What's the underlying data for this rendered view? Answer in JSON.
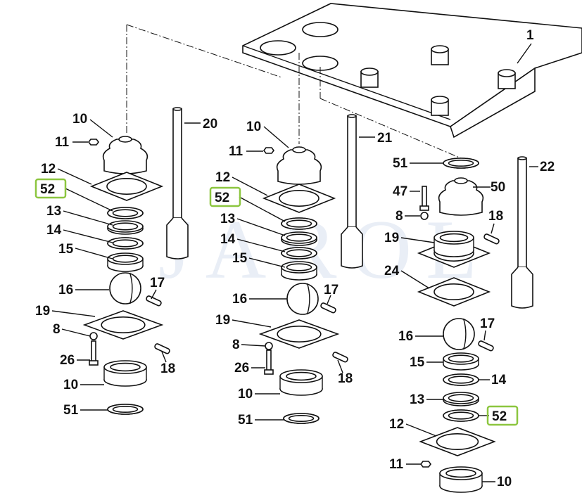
{
  "watermark": "JAROL",
  "highlight_color": "#8cc63f",
  "callouts": {
    "plate": "1",
    "left": {
      "bellows": "10",
      "nut": "11",
      "flange": "12",
      "seal_highlighted": "52",
      "ring13": "13",
      "ring14": "14",
      "ring15": "15",
      "ball": "16",
      "pin17": "17",
      "housing": "19",
      "washer": "8",
      "bolt": "26",
      "pin18": "18",
      "bushing": "10",
      "circlip": "51",
      "shaft": "20"
    },
    "middle": {
      "bellows": "10",
      "nut": "11",
      "flange": "12",
      "seal_highlighted": "52",
      "ring13": "13",
      "ring14": "14",
      "ring15": "15",
      "ball": "16",
      "pin17": "17",
      "housing": "19",
      "washer": "8",
      "bolt": "26",
      "pin18": "18",
      "bushing": "10",
      "circlip": "51",
      "shaft": "21"
    },
    "right": {
      "circlip": "51",
      "bolt": "47",
      "bellows": "50",
      "washer": "8",
      "pin18": "18",
      "housing": "19",
      "flange24": "24",
      "shaft": "22",
      "ball": "16",
      "pin17": "17",
      "ring15": "15",
      "ring14": "14",
      "ring13": "13",
      "seal_highlighted": "52",
      "flange": "12",
      "nut": "11",
      "bushing": "10"
    }
  }
}
